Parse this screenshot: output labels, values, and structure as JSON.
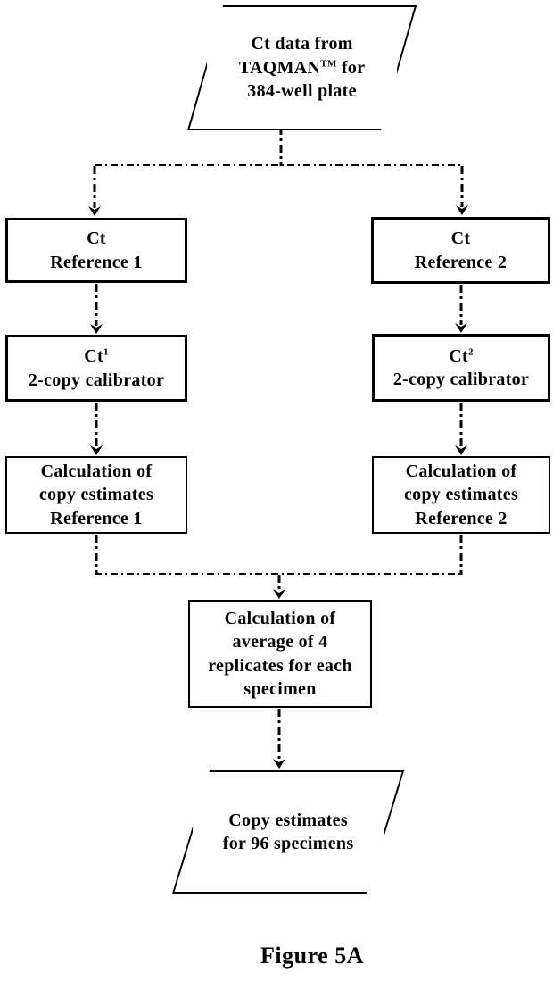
{
  "figure": {
    "caption": "Figure 5A"
  },
  "colors": {
    "ink": "#000000",
    "background": "#ffffff"
  },
  "nodes": {
    "input": {
      "line1": "Ct data from",
      "line2_base": "TAQMAN",
      "line2_sup": "TM",
      "line2_tail": " for",
      "line3": "384-well plate"
    },
    "ref1": {
      "line1": "Ct",
      "line2": "Reference 1"
    },
    "ref2": {
      "line1": "Ct",
      "line2": "Reference 2"
    },
    "cal1": {
      "line1_base": "Ct",
      "line1_sup": "1",
      "line2": "2-copy calibrator"
    },
    "cal2": {
      "line1_base": "Ct",
      "line1_sup": "2",
      "line2": "2-copy calibrator"
    },
    "calc1": {
      "line1": "Calculation of",
      "line2": "copy estimates",
      "line3": "Reference 1"
    },
    "calc2": {
      "line1": "Calculation of",
      "line2": "copy estimates",
      "line3": "Reference 2"
    },
    "average": {
      "line1": "Calculation of",
      "line2": "average of 4",
      "line3": "replicates for each",
      "line4": "specimen"
    },
    "output": {
      "line1": "Copy estimates",
      "line2": "for 96 specimens"
    }
  }
}
